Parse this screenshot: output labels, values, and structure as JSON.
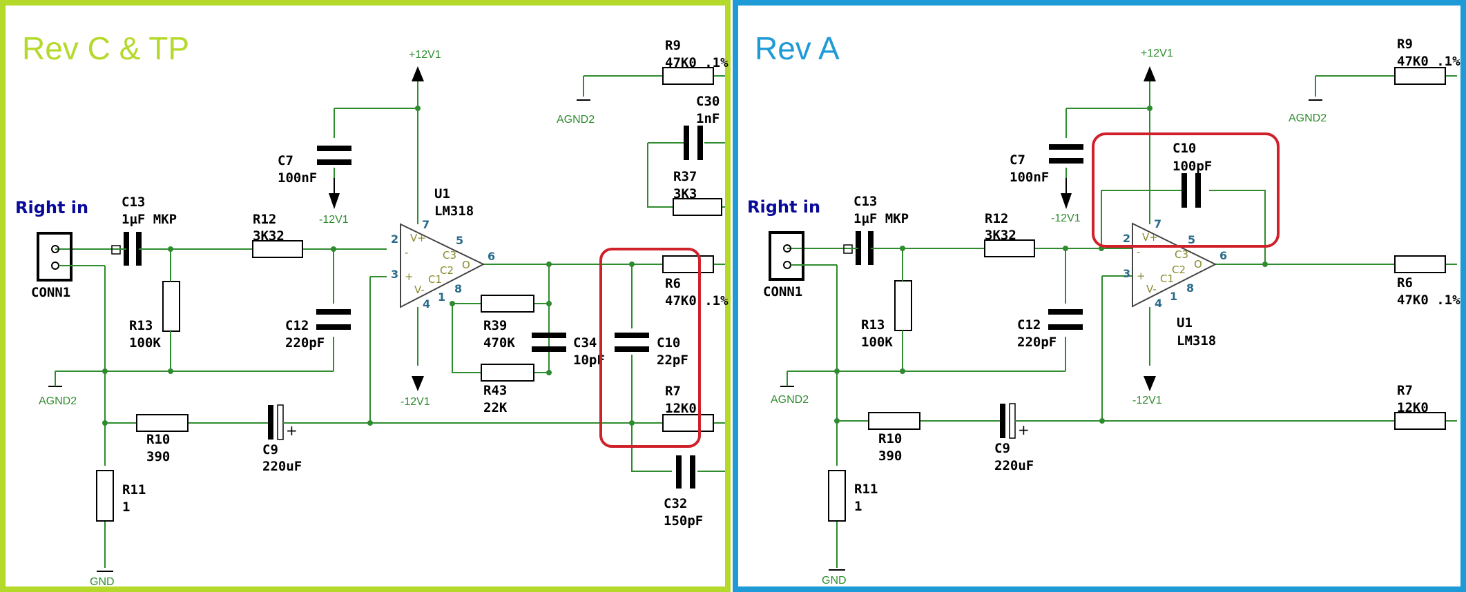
{
  "panels": [
    {
      "title": "Rev C & TP",
      "border_color": "#b5d92a",
      "input_label": "Right in",
      "conn": "CONN1",
      "c13": {
        "ref": "C13",
        "val": "1µF MKP"
      },
      "r12": {
        "ref": "R12",
        "val": "3K32"
      },
      "r13": {
        "ref": "R13",
        "val": "100K"
      },
      "c12": {
        "ref": "C12",
        "val": "220pF"
      },
      "c7": {
        "ref": "C7",
        "val": "100nF"
      },
      "u1": {
        "ref": "U1",
        "val": "LM318"
      },
      "supply_pos": "+12V1",
      "supply_neg": "-12V1",
      "agnd": "AGND2",
      "gnd": "GND",
      "r10": {
        "ref": "R10",
        "val": "390"
      },
      "c9": {
        "ref": "C9",
        "val": "220uF"
      },
      "r11": {
        "ref": "R11",
        "val": "1"
      },
      "r9": {
        "ref": "R9",
        "val": "47K0 .1%"
      },
      "c30": {
        "ref": "C30",
        "val": "1nF"
      },
      "r37": {
        "ref": "R37",
        "val": "3K3"
      },
      "r6": {
        "ref": "R6",
        "val": "47K0 .1%"
      },
      "r39": {
        "ref": "R39",
        "val": "470K"
      },
      "r43": {
        "ref": "R43",
        "val": "22K"
      },
      "c34": {
        "ref": "C34",
        "val": "10pF"
      },
      "c10": {
        "ref": "C10",
        "val": "22pF"
      },
      "r7": {
        "ref": "R7",
        "val": "12K0"
      },
      "c32": {
        "ref": "C32",
        "val": "150pF"
      }
    },
    {
      "title": "Rev A",
      "border_color": "#1e9ad6",
      "input_label": "Right in",
      "conn": "CONN1",
      "c13": {
        "ref": "C13",
        "val": "1µF MKP"
      },
      "r12": {
        "ref": "R12",
        "val": "3K32"
      },
      "r13": {
        "ref": "R13",
        "val": "100K"
      },
      "c12": {
        "ref": "C12",
        "val": "220pF"
      },
      "c7": {
        "ref": "C7",
        "val": "100nF"
      },
      "u1": {
        "ref": "U1",
        "val": "LM318"
      },
      "supply_pos": "+12V1",
      "supply_neg": "-12V1",
      "agnd": "AGND2",
      "gnd": "GND",
      "r10": {
        "ref": "R10",
        "val": "390"
      },
      "c9": {
        "ref": "C9",
        "val": "220uF"
      },
      "r11": {
        "ref": "R11",
        "val": "1"
      },
      "r9": {
        "ref": "R9",
        "val": "47K0 .1%"
      },
      "c10": {
        "ref": "C10",
        "val": "100pF"
      },
      "r6": {
        "ref": "R6",
        "val": "47K0 .1%"
      },
      "r7": {
        "ref": "R7",
        "val": "12K0"
      }
    }
  ],
  "opamp_labels": {
    "vp": "V+",
    "vm": "V-",
    "c1": "C1",
    "c2": "C2",
    "c3": "C3",
    "o": "O",
    "plus": "+",
    "minus": "-"
  },
  "opamp_pins": {
    "p2": "2",
    "p3": "3",
    "p4": "4",
    "p5": "5",
    "p6": "6",
    "p7": "7",
    "p1": "1",
    "p8": "8"
  },
  "cap_polarity": "+",
  "highlight_color": "#d0202a",
  "wire_color": "#2e8b2e"
}
